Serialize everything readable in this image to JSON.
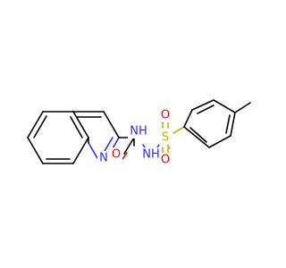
{
  "molecule": {
    "atoms": {
      "quinoline_n": {
        "symbol": "N",
        "color": "#2b2bff"
      },
      "carbonyl_o": {
        "symbol": "O",
        "color": "#ff0000"
      },
      "amide_nh": {
        "symbol": "NH",
        "color": "#2b2bff"
      },
      "sulfonyl_nh": {
        "symbol": "NH",
        "color": "#2b2bff"
      },
      "sulfur": {
        "symbol": "S",
        "color": "#c8b400"
      },
      "sulfonyl_o_top": {
        "symbol": "O",
        "color": "#ff0000"
      },
      "sulfonyl_o_bottom": {
        "symbol": "O",
        "color": "#ff0000"
      }
    }
  }
}
